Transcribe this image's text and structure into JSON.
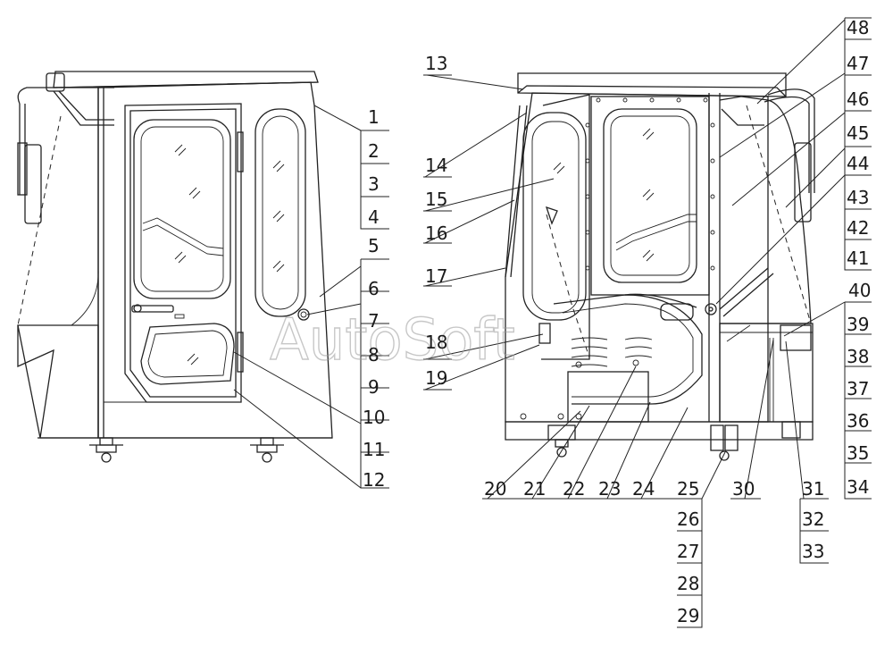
{
  "watermark": "AutoSoft",
  "labels": {
    "l1": "1",
    "l2": "2",
    "l3": "3",
    "l4": "4",
    "l5": "5",
    "l6": "6",
    "l7": "7",
    "l8": "8",
    "l9": "9",
    "l10": "10",
    "l11": "11",
    "l12": "12",
    "l13": "13",
    "l14": "14",
    "l15": "15",
    "l16": "16",
    "l17": "17",
    "l18": "18",
    "l19": "19",
    "l20": "20",
    "l21": "21",
    "l22": "22",
    "l23": "23",
    "l24": "24",
    "l25": "25",
    "l26": "26",
    "l27": "27",
    "l28": "28",
    "l29": "29",
    "l30": "30",
    "l31": "31",
    "l32": "32",
    "l33": "33",
    "l34": "34",
    "l35": "35",
    "l36": "36",
    "l37": "37",
    "l38": "38",
    "l39": "39",
    "l40": "40",
    "l41": "41",
    "l42": "42",
    "l43": "43",
    "l44": "44",
    "l45": "45",
    "l46": "46",
    "l47": "47",
    "l48": "48"
  },
  "colors": {
    "line": "#222222",
    "watermark": "#9a9a9a",
    "background": "#ffffff"
  }
}
